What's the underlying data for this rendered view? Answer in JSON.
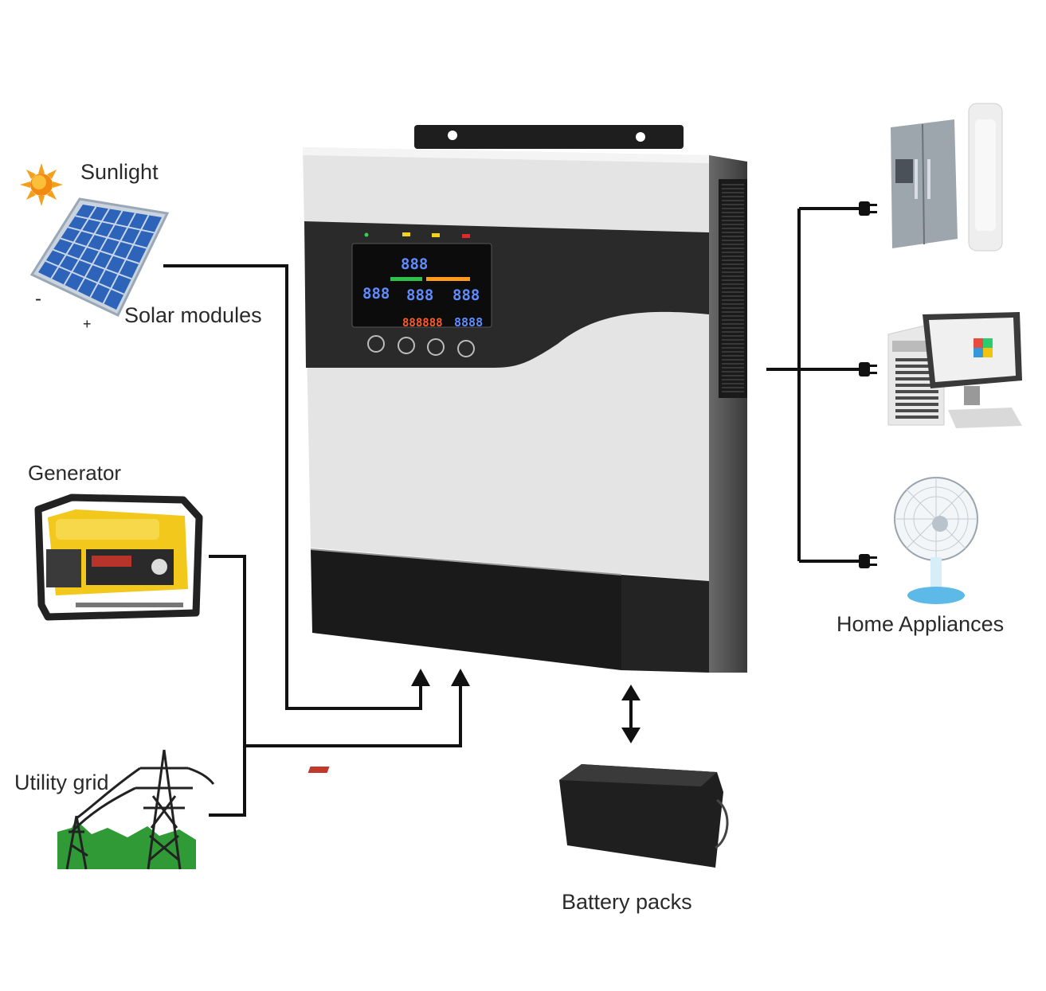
{
  "labels": {
    "sunlight": "Sunlight",
    "solar_modules": "Solar modules",
    "generator": "Generator",
    "utility_grid": "Utility grid",
    "home_appliances": "Home Appliances",
    "battery_packs": "Battery packs"
  },
  "solar_panel": {
    "minus": "-",
    "plus": "+"
  },
  "inverter": {
    "screen_digits": "888",
    "screen_digits_long": "8888",
    "screen_digits_bar": "888888"
  },
  "colors": {
    "line": "#111111",
    "inverter_body": "#e4e4e4",
    "inverter_band": "#2a2a2a",
    "lcd_blue": "#1e4fc4",
    "generator_yellow": "#f2c81c",
    "grid_green": "#2f9a36",
    "sun_orange": "#f28a12"
  }
}
